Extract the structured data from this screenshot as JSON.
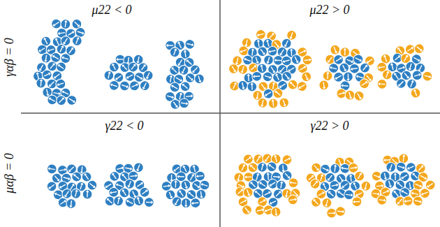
{
  "diagram": {
    "labels": [
      "μ22 < 0",
      "μ22 > 0",
      "γαβ = 0",
      "μαβ = 0",
      "γ22 < 0",
      "γ22 > 0"
    ]
  }
}
